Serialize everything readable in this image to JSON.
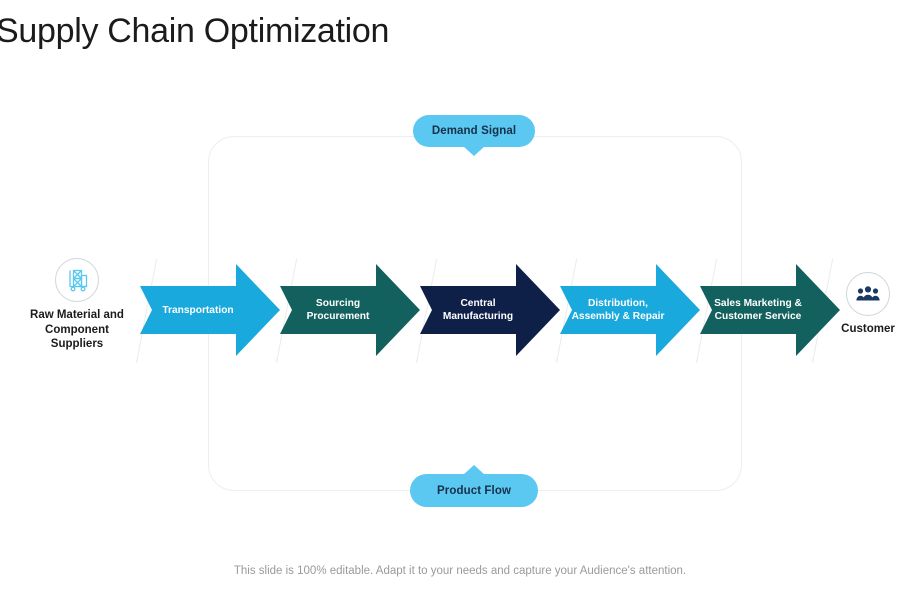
{
  "slide": {
    "title": "Supply Chain Optimization",
    "footer_note": "This slide is 100% editable. Adapt it to your needs and capture your Audience's attention."
  },
  "badges": {
    "top": {
      "label": "Demand Signal",
      "color": "#5ac8f0"
    },
    "bottom": {
      "label": "Product Flow",
      "color": "#5ac8f0"
    }
  },
  "endpoints": {
    "start": {
      "label": "Raw Material and\nComponent\nSuppliers",
      "icon": "warehouse-trolley-icon"
    },
    "end": {
      "label": "Customer",
      "icon": "customer-group-icon"
    }
  },
  "flow": {
    "steps": [
      {
        "label": "Transportation",
        "color": "#19a9dc",
        "icon": "chevron-arrow-icon"
      },
      {
        "label": "Sourcing\nProcurement",
        "color": "#13615f",
        "icon": "chevron-arrow-icon"
      },
      {
        "label": "Central\nManufacturing",
        "color": "#0e2048",
        "icon": "chevron-arrow-icon"
      },
      {
        "label": "Distribution,\nAssembly  & Repair",
        "color": "#19a9dc",
        "icon": "chevron-arrow-icon"
      },
      {
        "label": "Sales Marketing &\nCustomer  Service",
        "color": "#13615f",
        "icon": "chevron-arrow-icon"
      }
    ]
  },
  "colors": {
    "accent_blue": "#19a9dc",
    "accent_light_blue": "#5ac8f0",
    "accent_teal": "#13615f",
    "accent_navy": "#0e2048",
    "container_border": "#eceef0"
  }
}
